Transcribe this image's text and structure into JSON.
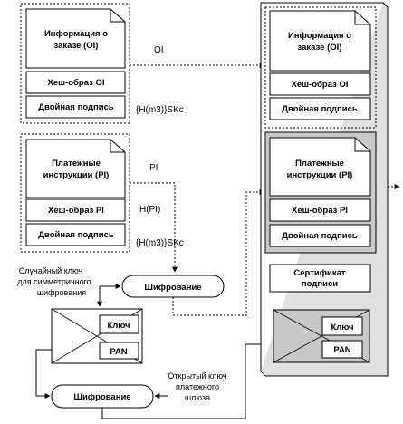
{
  "left": {
    "oi_doc": [
      "Информация о",
      "заказе (OI)"
    ],
    "oi_hash": "Хеш-образ OI",
    "oi_sig": "Двойная подпись",
    "pi_doc": [
      "Платежные",
      "инструкции (PI)"
    ],
    "pi_hash": "Хеш-образ PI",
    "pi_sig": "Двойная подпись"
  },
  "labels": {
    "oi": "OI",
    "hsk1": "{H(m3)}SKc",
    "pi": "PI",
    "hpi": "H(PI)",
    "hsk2": "{H(m3)}SKc"
  },
  "random_key": [
    "Случайный ключ",
    "для симметричного",
    "шифрования"
  ],
  "encrypt1": "Шифрование",
  "encrypt2": "Шифрование",
  "envelope_left": {
    "key": "Ключ",
    "pan": "PAN"
  },
  "gateway_key": [
    "Открытый ключ",
    "платежного",
    "шлюза"
  ],
  "right": {
    "oi_doc": [
      "Информация о",
      "заказе (OI)"
    ],
    "oi_hash": "Хеш-образ OI",
    "oi_sig": "Двойная подпись",
    "pi_doc": [
      "Платежные",
      "инструкции (PI)"
    ],
    "pi_hash": "Хеш-образ PI",
    "pi_sig": "Двойная подпись",
    "cert": [
      "Сертификат",
      "подписи"
    ],
    "key": "Ключ",
    "pan": "PAN"
  },
  "colors": {
    "line": "#000000",
    "shade": "#c8c8c8",
    "panel": "#ffffff"
  }
}
